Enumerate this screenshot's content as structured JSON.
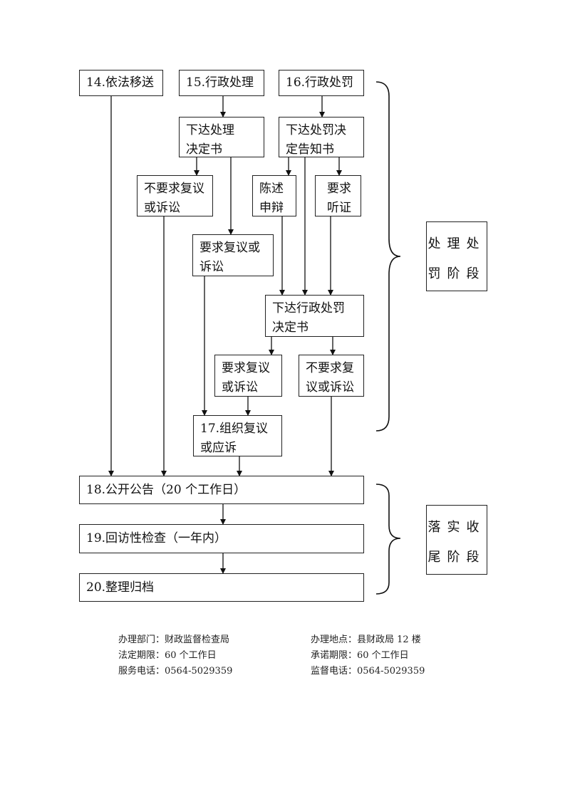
{
  "nodes": {
    "n14": "14.依法移送",
    "n15": "15.行政处理",
    "n16": "16.行政处罚",
    "issue_handling_decision": [
      "下达处理",
      "决定书"
    ],
    "issue_penalty_decision_notice": [
      "下达处罚决",
      "定告知书"
    ],
    "no_review_a": [
      "不要求复议",
      "或诉讼"
    ],
    "state_defense": [
      "陈述",
      "申辩"
    ],
    "request_hearing": [
      "要求",
      "听证"
    ],
    "review_a": [
      "要求复议或",
      "诉讼"
    ],
    "issue_admin_penalty_decision": [
      "下达行政处罚",
      "决定书"
    ],
    "review_b": [
      "要求复议",
      "或诉讼"
    ],
    "no_review_b": [
      "不要求复",
      "议或诉讼"
    ],
    "n17": [
      "17.组织复议",
      "或应诉"
    ],
    "n18": "18.公开公告（20 个工作日）",
    "n19": "19.回访性检查（一年内）",
    "n20": "20.整理归档"
  },
  "stages": {
    "processing": [
      "处理处",
      "罚阶段"
    ],
    "implementation": [
      "落实收",
      "尾阶段"
    ]
  },
  "footer": {
    "left": [
      "办理部门：财政监督检查局",
      "法定期限：60 个工作日",
      "服务电话：0564-5029359"
    ],
    "right": [
      "办理地点：县财政局 12 楼",
      "承诺期限：60 个工作日",
      "监督电话：0564-5029359"
    ]
  }
}
